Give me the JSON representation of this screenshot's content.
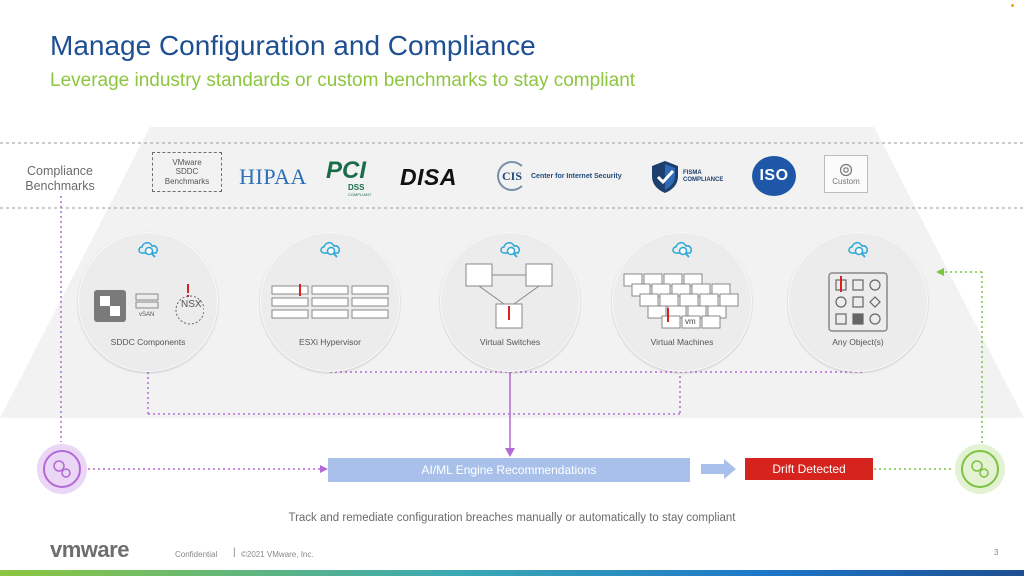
{
  "header": {
    "title": "Manage Configuration and Compliance",
    "subtitle": "Leverage industry standards or custom benchmarks to stay compliant"
  },
  "benchmarks": {
    "label": "Compliance Benchmarks",
    "vmware_box": [
      "VMware",
      "SDDC",
      "Benchmarks"
    ],
    "hipaa": "HIPAA",
    "pci": {
      "main": "PCI",
      "sub": "DSS",
      "small": "COMPLIANT"
    },
    "disa": "DISA",
    "cis": {
      "mark": "CIS",
      "text": "Center for Internet Security"
    },
    "fisma": [
      "FISMA",
      "COMPLIANCE"
    ],
    "iso": "ISO",
    "custom": "Custom"
  },
  "targets": [
    {
      "label": "SDDC Components",
      "vsan": "vSAN",
      "nsx": "NSX"
    },
    {
      "label": "ESXi Hypervisor"
    },
    {
      "label": "Virtual Switches"
    },
    {
      "label": "Virtual Machines",
      "vm": "vm"
    },
    {
      "label": "Any Object(s)"
    }
  ],
  "flow": {
    "engine": "AI/ML Engine Recommendations",
    "drift": "Drift Detected"
  },
  "footer": {
    "caption": "Track and remediate configuration breaches manually or automatically to stay compliant",
    "brand": "vmware",
    "confidential": "Confidential",
    "separator": "|",
    "copyright": "©2021 VMware, Inc.",
    "page": "3"
  },
  "colors": {
    "title": "#1d4f91",
    "subtitle": "#8cc63e",
    "purple": "#b36ad6",
    "green": "#7ec242",
    "drift": "#d7231d",
    "engine": "#a9c1ea"
  }
}
